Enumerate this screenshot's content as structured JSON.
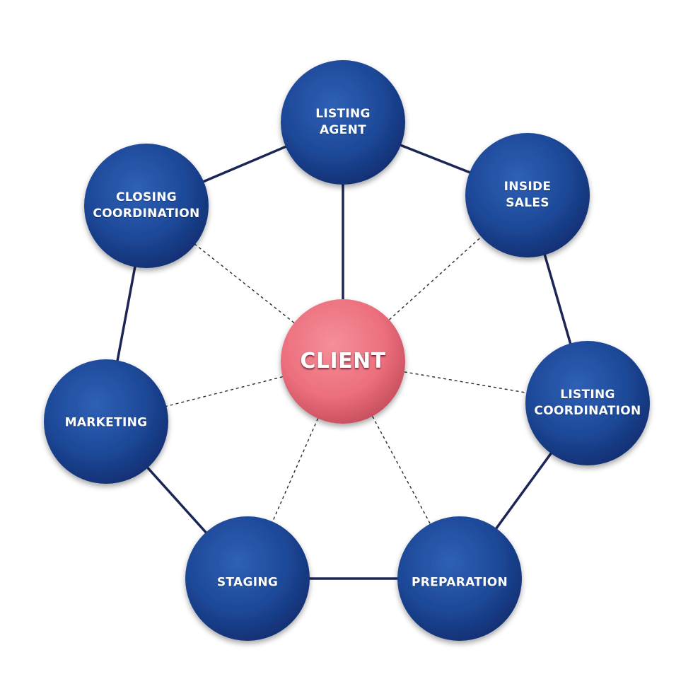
{
  "colors": {
    "node_fill": "#1e4a9a",
    "node_shadow": "#0c1f55",
    "center_fill": "#f07784",
    "center_shadow": "#a83645",
    "ring_stroke": "#1c2656",
    "spoke_stroke": "#2a2a2a"
  },
  "center": {
    "label": "CLIENT"
  },
  "nodes": [
    {
      "id": "listing-agent",
      "label": "LISTING\nAGENT",
      "connection": "solid"
    },
    {
      "id": "inside-sales",
      "label": "INSIDE\nSALES",
      "connection": "dashed"
    },
    {
      "id": "listing-coordination",
      "label": "LISTING\nCOORDINATION",
      "connection": "dashed"
    },
    {
      "id": "preparation",
      "label": "PREPARATION",
      "connection": "dashed"
    },
    {
      "id": "staging",
      "label": "STAGING",
      "connection": "dashed"
    },
    {
      "id": "marketing",
      "label": "MARKETING",
      "connection": "dashed"
    },
    {
      "id": "closing-coordination",
      "label": "CLOSING\nCOORDINATION",
      "connection": "dashed"
    }
  ]
}
